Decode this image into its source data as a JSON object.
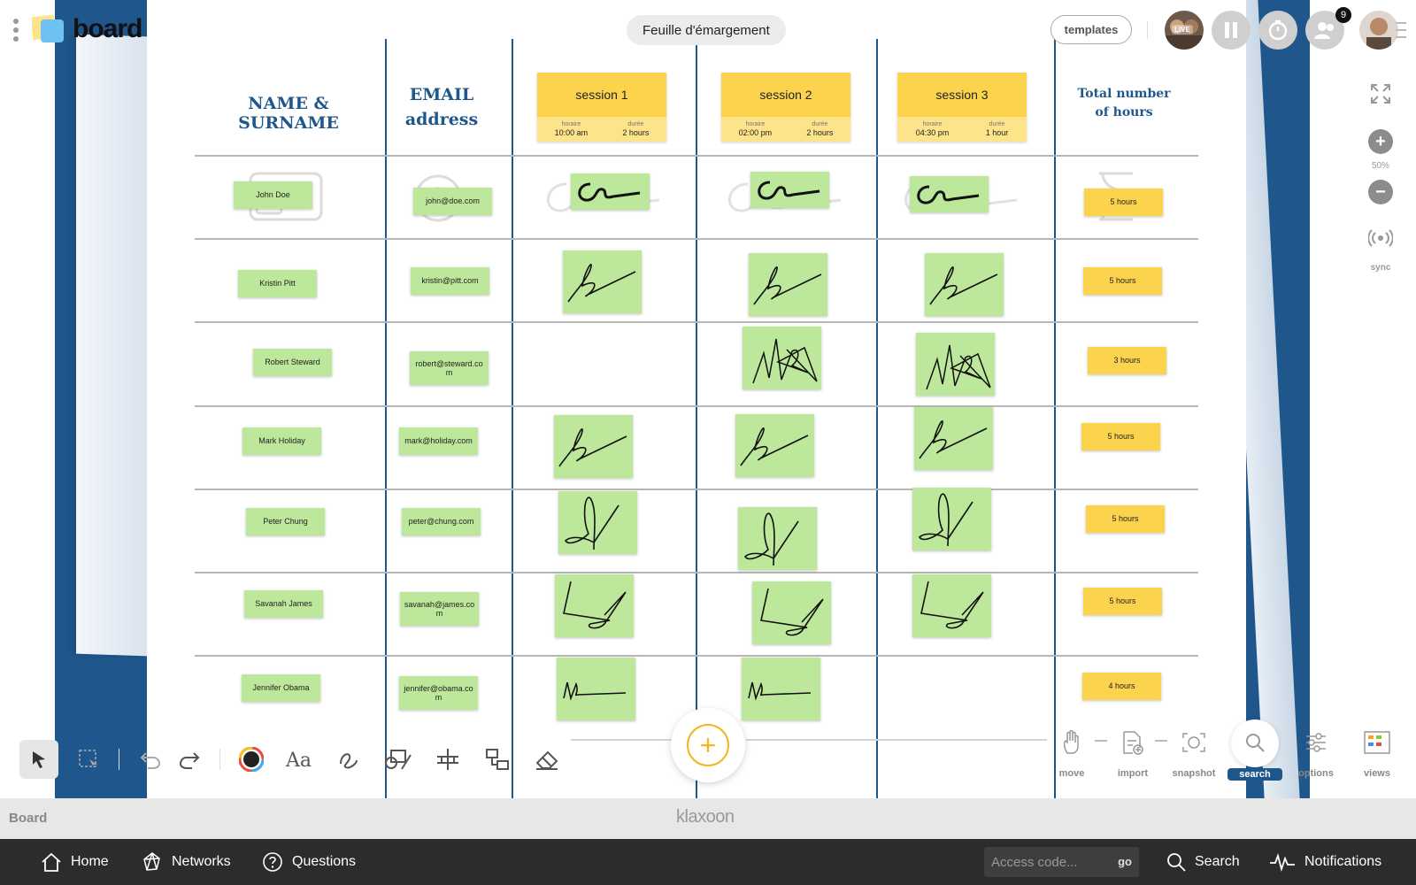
{
  "app": {
    "logo_text": "board",
    "board_title": "Feuille d'émargement",
    "templates_label": "templates",
    "live_label": "LIVE",
    "participants_count": "9"
  },
  "columns": {
    "name_header": "NAME & SURNAME",
    "email_header_1": "EMAIL",
    "email_header_2": "address",
    "total_header_1": "Total number",
    "total_header_2": "of hours"
  },
  "sessions": [
    {
      "title": "session 1",
      "horaire_label": "horaire",
      "duree_label": "durée",
      "horaire": "10:00 am",
      "duree": "2 hours"
    },
    {
      "title": "session 2",
      "horaire_label": "horaire",
      "duree_label": "durée",
      "horaire": "02:00 pm",
      "duree": "2 hours"
    },
    {
      "title": "session 3",
      "horaire_label": "horaire",
      "duree_label": "durée",
      "horaire": "04:30 pm",
      "duree": "1 hour"
    }
  ],
  "rows": [
    {
      "name": "John Doe",
      "email": "john@doe.com",
      "hours": "5 hours",
      "signatures": [
        "cursive",
        "cursive",
        "cursive"
      ]
    },
    {
      "name": "Kristin Pitt",
      "email": "kristin@pitt.com",
      "hours": "5 hours",
      "signatures": [
        "loop",
        "loop",
        "loop"
      ]
    },
    {
      "name": "Robert Steward",
      "email": "robert@steward.com",
      "hours": "3 hours",
      "signatures": [
        null,
        "scribble",
        "scribble"
      ]
    },
    {
      "name": "Mark Holiday",
      "email": "mark@holiday.com",
      "hours": "5 hours",
      "signatures": [
        "loop",
        "loop",
        "loop"
      ]
    },
    {
      "name": "Peter Chung",
      "email": "peter@chung.com",
      "hours": "5 hours",
      "signatures": [
        "tall",
        "tall",
        "tall"
      ]
    },
    {
      "name": "Savanah James",
      "email": "savanah@james.com",
      "hours": "5 hours",
      "signatures": [
        "zigzag",
        "zigzag",
        "zigzag"
      ]
    },
    {
      "name": "Jennifer Obama",
      "email": "jennifer@obama.com",
      "hours": "4 hours",
      "signatures": [
        "flat",
        "flat",
        null
      ]
    }
  ],
  "zoom": {
    "level": "50%",
    "sync_label": "sync"
  },
  "right_tools": [
    {
      "label": "move",
      "icon": "hand-icon"
    },
    {
      "label": "import",
      "icon": "file-plus-icon"
    },
    {
      "label": "snapshot",
      "icon": "camera-icon"
    },
    {
      "label": "search",
      "icon": "search-icon"
    },
    {
      "label": "options",
      "icon": "sliders-icon"
    },
    {
      "label": "views",
      "icon": "views-icon"
    }
  ],
  "status": {
    "left": "Board",
    "brand": "klaxoon"
  },
  "nav": {
    "home": "Home",
    "networks": "Networks",
    "questions": "Questions",
    "access_placeholder": "Access code...",
    "go": "go",
    "search": "Search",
    "notifications": "Notifications"
  },
  "colors": {
    "accent_blue": "#1f578c",
    "sticky_green": "#bde89b",
    "sticky_yellow": "#fcd34d",
    "add_orange": "#f2b526"
  }
}
